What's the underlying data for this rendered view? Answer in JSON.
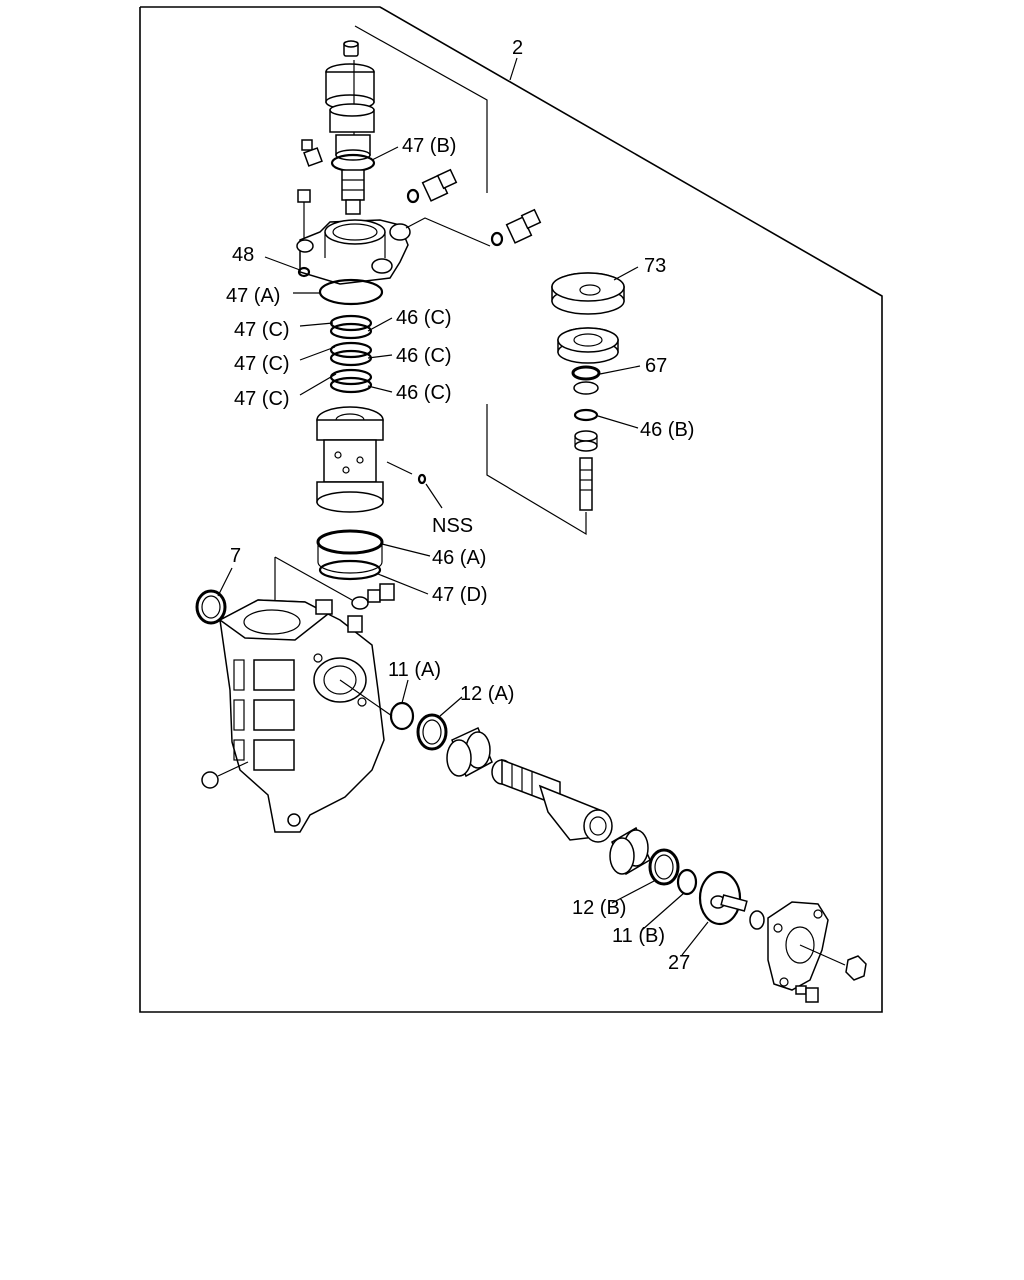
{
  "diagram": {
    "labels": {
      "l2": "2",
      "l47B": "47 (B)",
      "l48": "48",
      "l47A": "47 (A)",
      "l47C1": "47 (C)",
      "l47C2": "47 (C)",
      "l47C3": "47 (C)",
      "l46C1": "46 (C)",
      "l46C2": "46 (C)",
      "l46C3": "46 (C)",
      "l73": "73",
      "l67": "67",
      "l46B": "46 (B)",
      "lNSS": "NSS",
      "l46A": "46 (A)",
      "l47D": "47 (D)",
      "l7": "7",
      "l11A": "11 (A)",
      "l12A": "12 (A)",
      "l12B": "12 (B)",
      "l11B": "11 (B)",
      "l27": "27"
    }
  }
}
